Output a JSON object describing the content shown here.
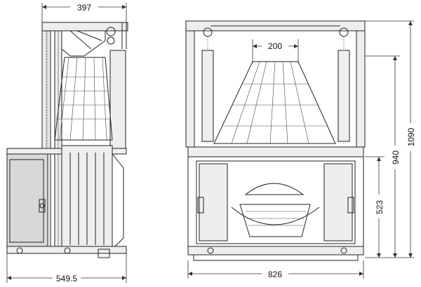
{
  "dimensions": {
    "side_width_top": "397",
    "side_depth_bottom": "549.5",
    "front_flue_width": "200",
    "front_width_bottom": "826",
    "front_opening_height": "523",
    "front_mid_height": "940",
    "front_total_height": "1090"
  },
  "colors": {
    "line": "#222222",
    "glass": "#d8d8d8",
    "light_fill": "#eeeeee"
  }
}
